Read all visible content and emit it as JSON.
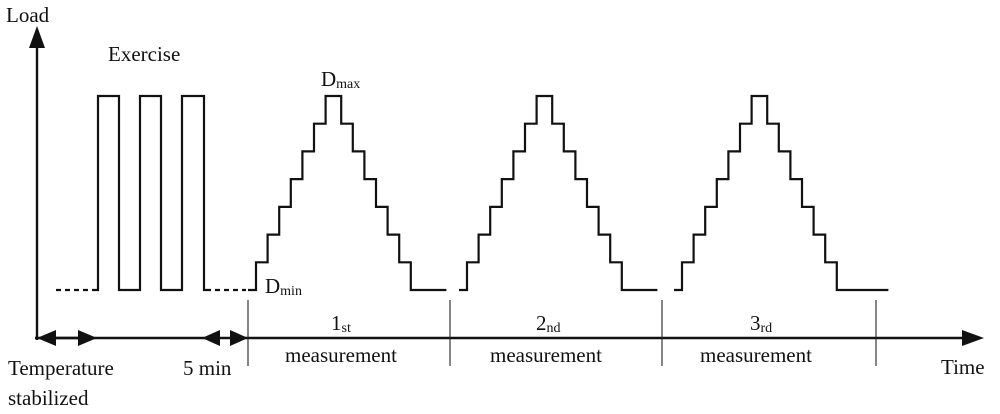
{
  "axes": {
    "y_label": "Load",
    "x_label": "Time"
  },
  "labels": {
    "exercise": "Exercise",
    "dmax_main": "D",
    "dmax_sub": "max",
    "dmin_main": "D",
    "dmin_sub": "min",
    "temp_line1": "Temperature",
    "temp_line2": "stabilized",
    "rest": "5 min"
  },
  "measurements": [
    {
      "ordinal_num": "1",
      "ordinal_suffix": "st",
      "label": "measurement"
    },
    {
      "ordinal_num": "2",
      "ordinal_suffix": "nd",
      "label": "measurement"
    },
    {
      "ordinal_num": "3",
      "ordinal_suffix": "rd",
      "label": "measurement"
    }
  ],
  "colors": {
    "ink": "#111111",
    "background": "#ffffff"
  }
}
